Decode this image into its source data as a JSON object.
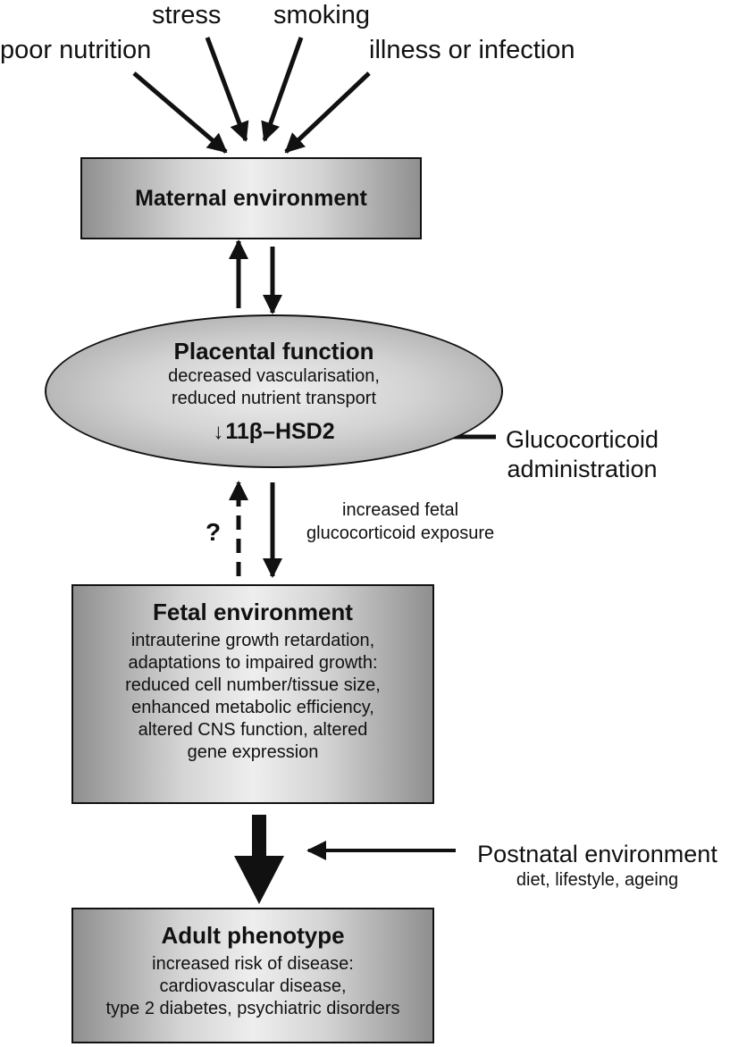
{
  "inputs": {
    "poor_nutrition": "poor nutrition",
    "stress": "stress",
    "smoking": "smoking",
    "illness": "illness or infection"
  },
  "maternal": {
    "title": "Maternal environment"
  },
  "placental": {
    "title": "Placental function",
    "lines": [
      "decreased vascularisation,",
      "reduced nutrient transport"
    ],
    "enzyme_symbol": "↓",
    "enzyme": "11β–HSD2"
  },
  "glucocorticoid": {
    "lines": [
      "Glucocorticoid",
      "administration"
    ]
  },
  "fetal_exposure": {
    "lines": [
      "increased fetal",
      "glucocorticoid exposure"
    ]
  },
  "question_mark": "?",
  "fetal": {
    "title": "Fetal environment",
    "lines": [
      "intrauterine growth retardation,",
      "adaptations to impaired growth:",
      "reduced cell number/tissue size,",
      "enhanced metabolic efficiency,",
      "altered CNS function, altered",
      "gene expression"
    ]
  },
  "postnatal": {
    "title": "Postnatal environment",
    "subtitle": "diet, lifestyle, ageing"
  },
  "adult": {
    "title": "Adult phenotype",
    "lines": [
      "increased risk of disease:",
      "cardiovascular disease,",
      "type 2 diabetes, psychiatric disorders"
    ]
  }
}
